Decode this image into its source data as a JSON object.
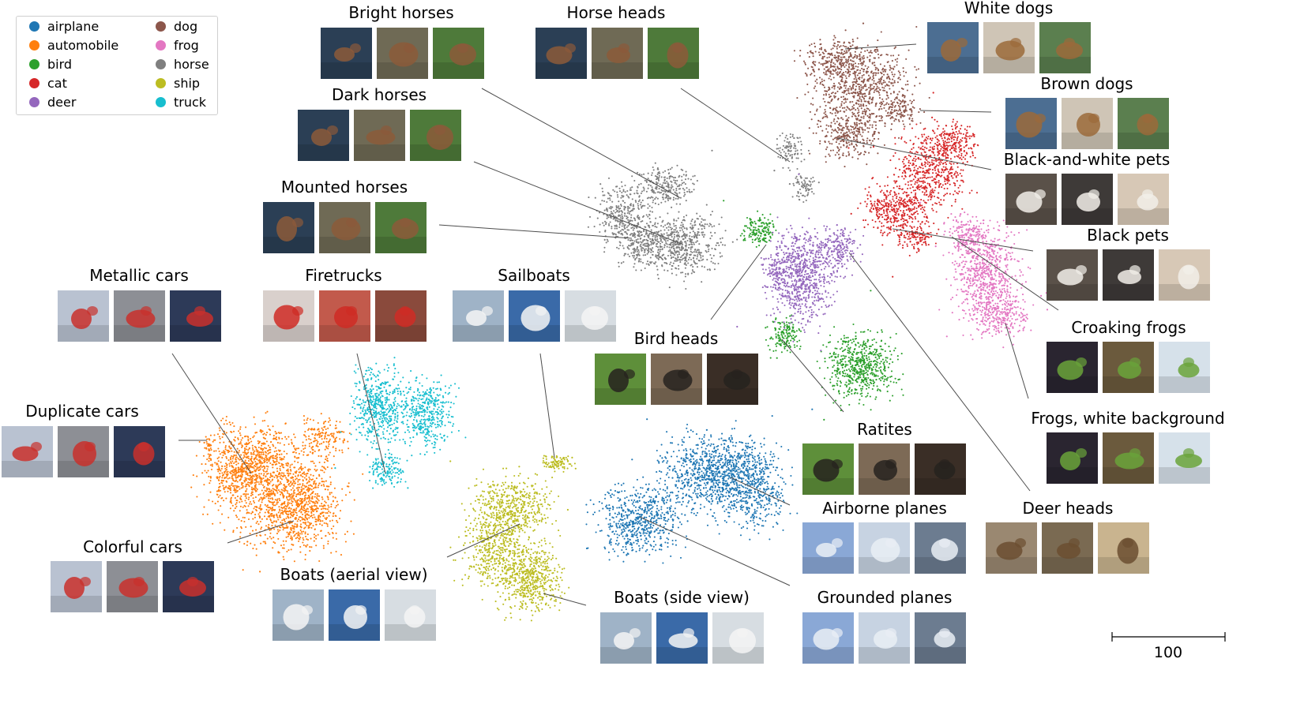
{
  "chart_data": {
    "type": "scatter",
    "title": "",
    "xlabel": "",
    "ylabel": "",
    "grid": false,
    "legend_placement": "top-left",
    "classes": [
      {
        "name": "airplane",
        "color": "#1f77b4"
      },
      {
        "name": "automobile",
        "color": "#ff7f0e"
      },
      {
        "name": "bird",
        "color": "#2ca02c"
      },
      {
        "name": "cat",
        "color": "#d62728"
      },
      {
        "name": "deer",
        "color": "#9467bd"
      },
      {
        "name": "dog",
        "color": "#8c564b"
      },
      {
        "name": "frog",
        "color": "#e377c2"
      },
      {
        "name": "horse",
        "color": "#7f7f7f"
      },
      {
        "name": "ship",
        "color": "#bcbd22"
      },
      {
        "name": "truck",
        "color": "#17becf"
      }
    ],
    "annotations": [
      {
        "label": "Bright horses",
        "class": "horse"
      },
      {
        "label": "Horse heads",
        "class": "horse"
      },
      {
        "label": "White dogs",
        "class": "dog"
      },
      {
        "label": "Brown dogs",
        "class": "dog"
      },
      {
        "label": "Dark horses",
        "class": "horse"
      },
      {
        "label": "Black-and-white pets",
        "class": "cat"
      },
      {
        "label": "Mounted horses",
        "class": "horse"
      },
      {
        "label": "Black pets",
        "class": "cat"
      },
      {
        "label": "Metallic cars",
        "class": "automobile"
      },
      {
        "label": "Firetrucks",
        "class": "truck"
      },
      {
        "label": "Sailboats",
        "class": "ship"
      },
      {
        "label": "Croaking frogs",
        "class": "frog"
      },
      {
        "label": "Bird heads",
        "class": "bird"
      },
      {
        "label": "Duplicate cars",
        "class": "automobile"
      },
      {
        "label": "Frogs, white background",
        "class": "frog"
      },
      {
        "label": "Ratites",
        "class": "bird"
      },
      {
        "label": "Airborne planes",
        "class": "airplane"
      },
      {
        "label": "Deer heads",
        "class": "deer"
      },
      {
        "label": "Colorful cars",
        "class": "automobile"
      },
      {
        "label": "Boats (aerial view)",
        "class": "ship"
      },
      {
        "label": "Boats (side view)",
        "class": "ship"
      },
      {
        "label": "Grounded planes",
        "class": "airplane"
      }
    ],
    "scale_bar": {
      "value": 100
    }
  }
}
